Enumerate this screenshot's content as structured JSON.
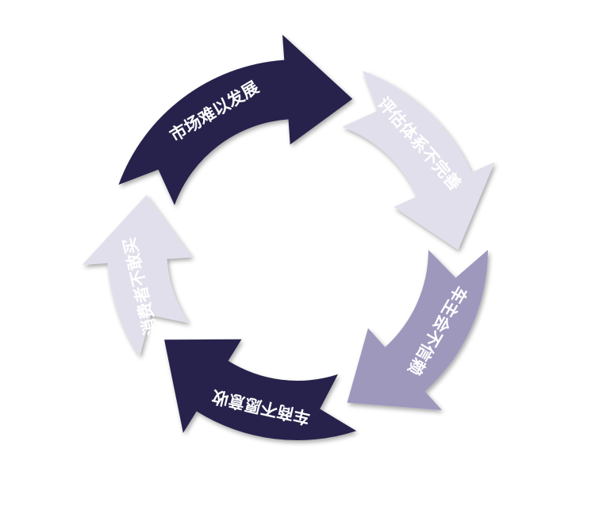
{
  "diagram": {
    "type": "cycle",
    "segments": [
      {
        "id": "market",
        "label": "市场难以发展",
        "color": "#28234b"
      },
      {
        "id": "eval",
        "label": "评估体系不完善",
        "color": "#e1dfeb"
      },
      {
        "id": "owner",
        "label": "车主会不信赖",
        "color": "#9e98bd"
      },
      {
        "id": "dealer",
        "label": "车商不愿意收",
        "color": "#28234b"
      },
      {
        "id": "consumer",
        "label": "消费者不敢买",
        "color": "#e1dfeb"
      }
    ]
  }
}
